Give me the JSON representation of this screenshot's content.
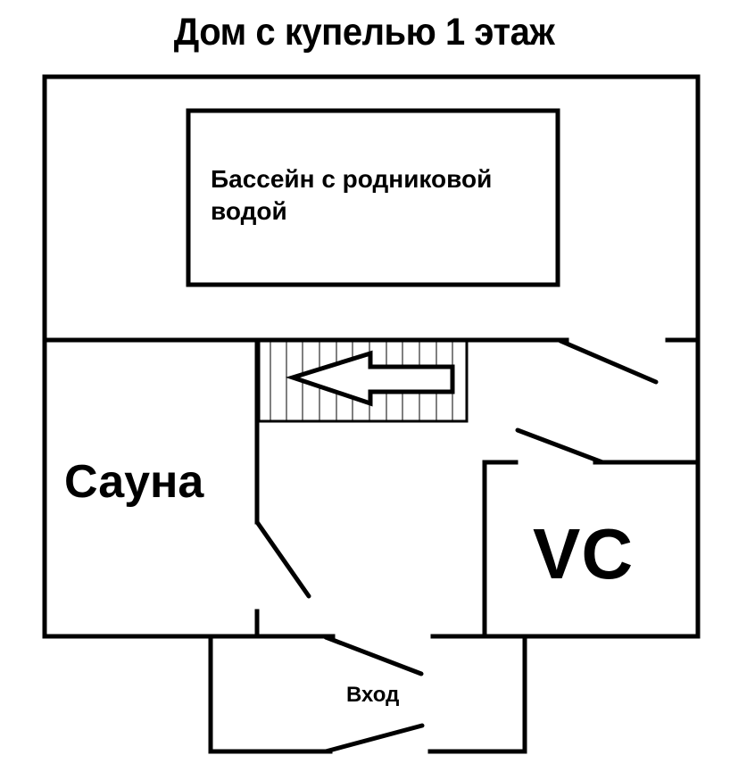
{
  "title": "Дом с купелью 1 этаж",
  "rooms": {
    "pool": {
      "label": "Бассейн с родниковой водой"
    },
    "sauna": {
      "label": "Сауна"
    },
    "wc": {
      "label": "VC"
    },
    "entry": {
      "label": "Вход"
    }
  },
  "stairs": {
    "direction": "left",
    "icon": "arrow-left-icon"
  },
  "colors": {
    "line": "#000000",
    "background": "#ffffff"
  }
}
